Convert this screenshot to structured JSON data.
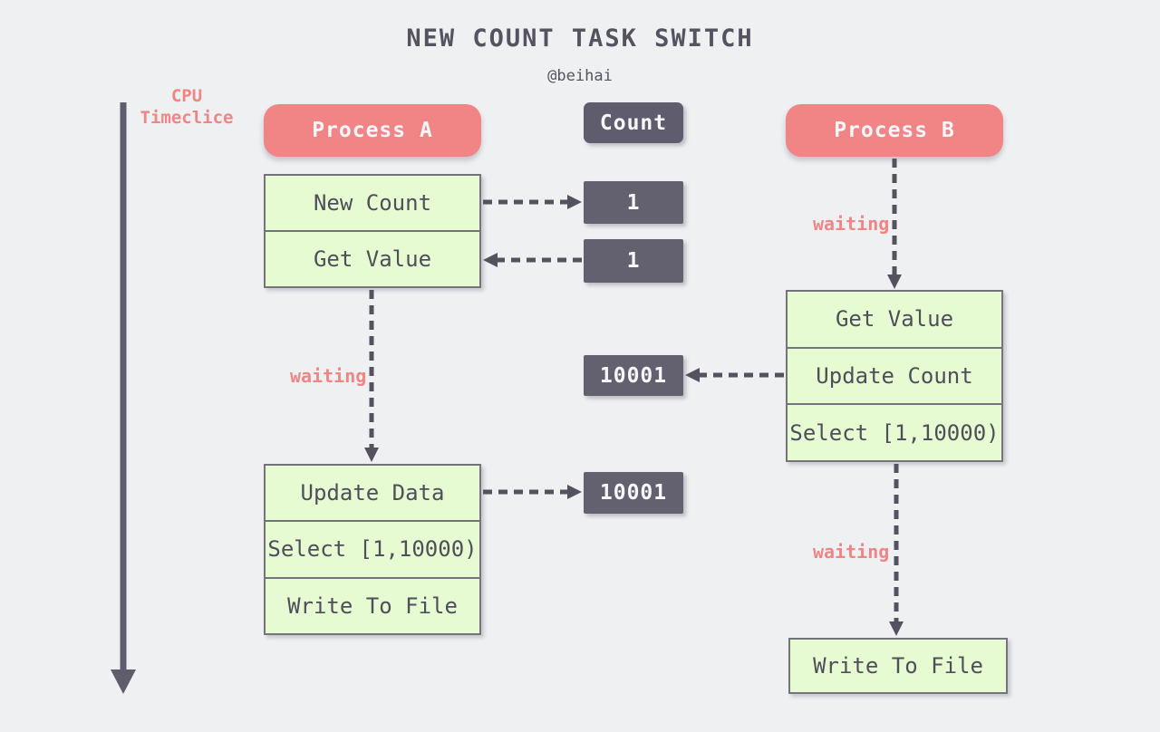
{
  "header": {
    "title": "NEW COUNT TASK SWITCH",
    "author": "@beihai"
  },
  "timeline": {
    "label_line1": "CPU",
    "label_line2": "Timeclice"
  },
  "process_a": {
    "header": "Process A",
    "block1_steps": [
      "New Count",
      "Get Value"
    ],
    "waiting_label": "waiting",
    "block2_steps": [
      "Update Data",
      "Select [1,10000)",
      "Write To File"
    ]
  },
  "count": {
    "header": "Count",
    "values": [
      "1",
      "1",
      "10001",
      "10001"
    ]
  },
  "process_b": {
    "header": "Process B",
    "waiting_label_top": "waiting",
    "block1_steps": [
      "Get Value",
      "Update Count",
      "Select [1,10000)"
    ],
    "waiting_label_bottom": "waiting",
    "block2_steps": [
      "Write To File"
    ]
  },
  "colors": {
    "background": "#eef0f2",
    "accent_salmon": "#f18585",
    "dark_slate": "#636070",
    "box_green": "#e6fbd2",
    "green_border": "#75747e",
    "text_dark": "#55535f",
    "arrow": "#55525f"
  }
}
